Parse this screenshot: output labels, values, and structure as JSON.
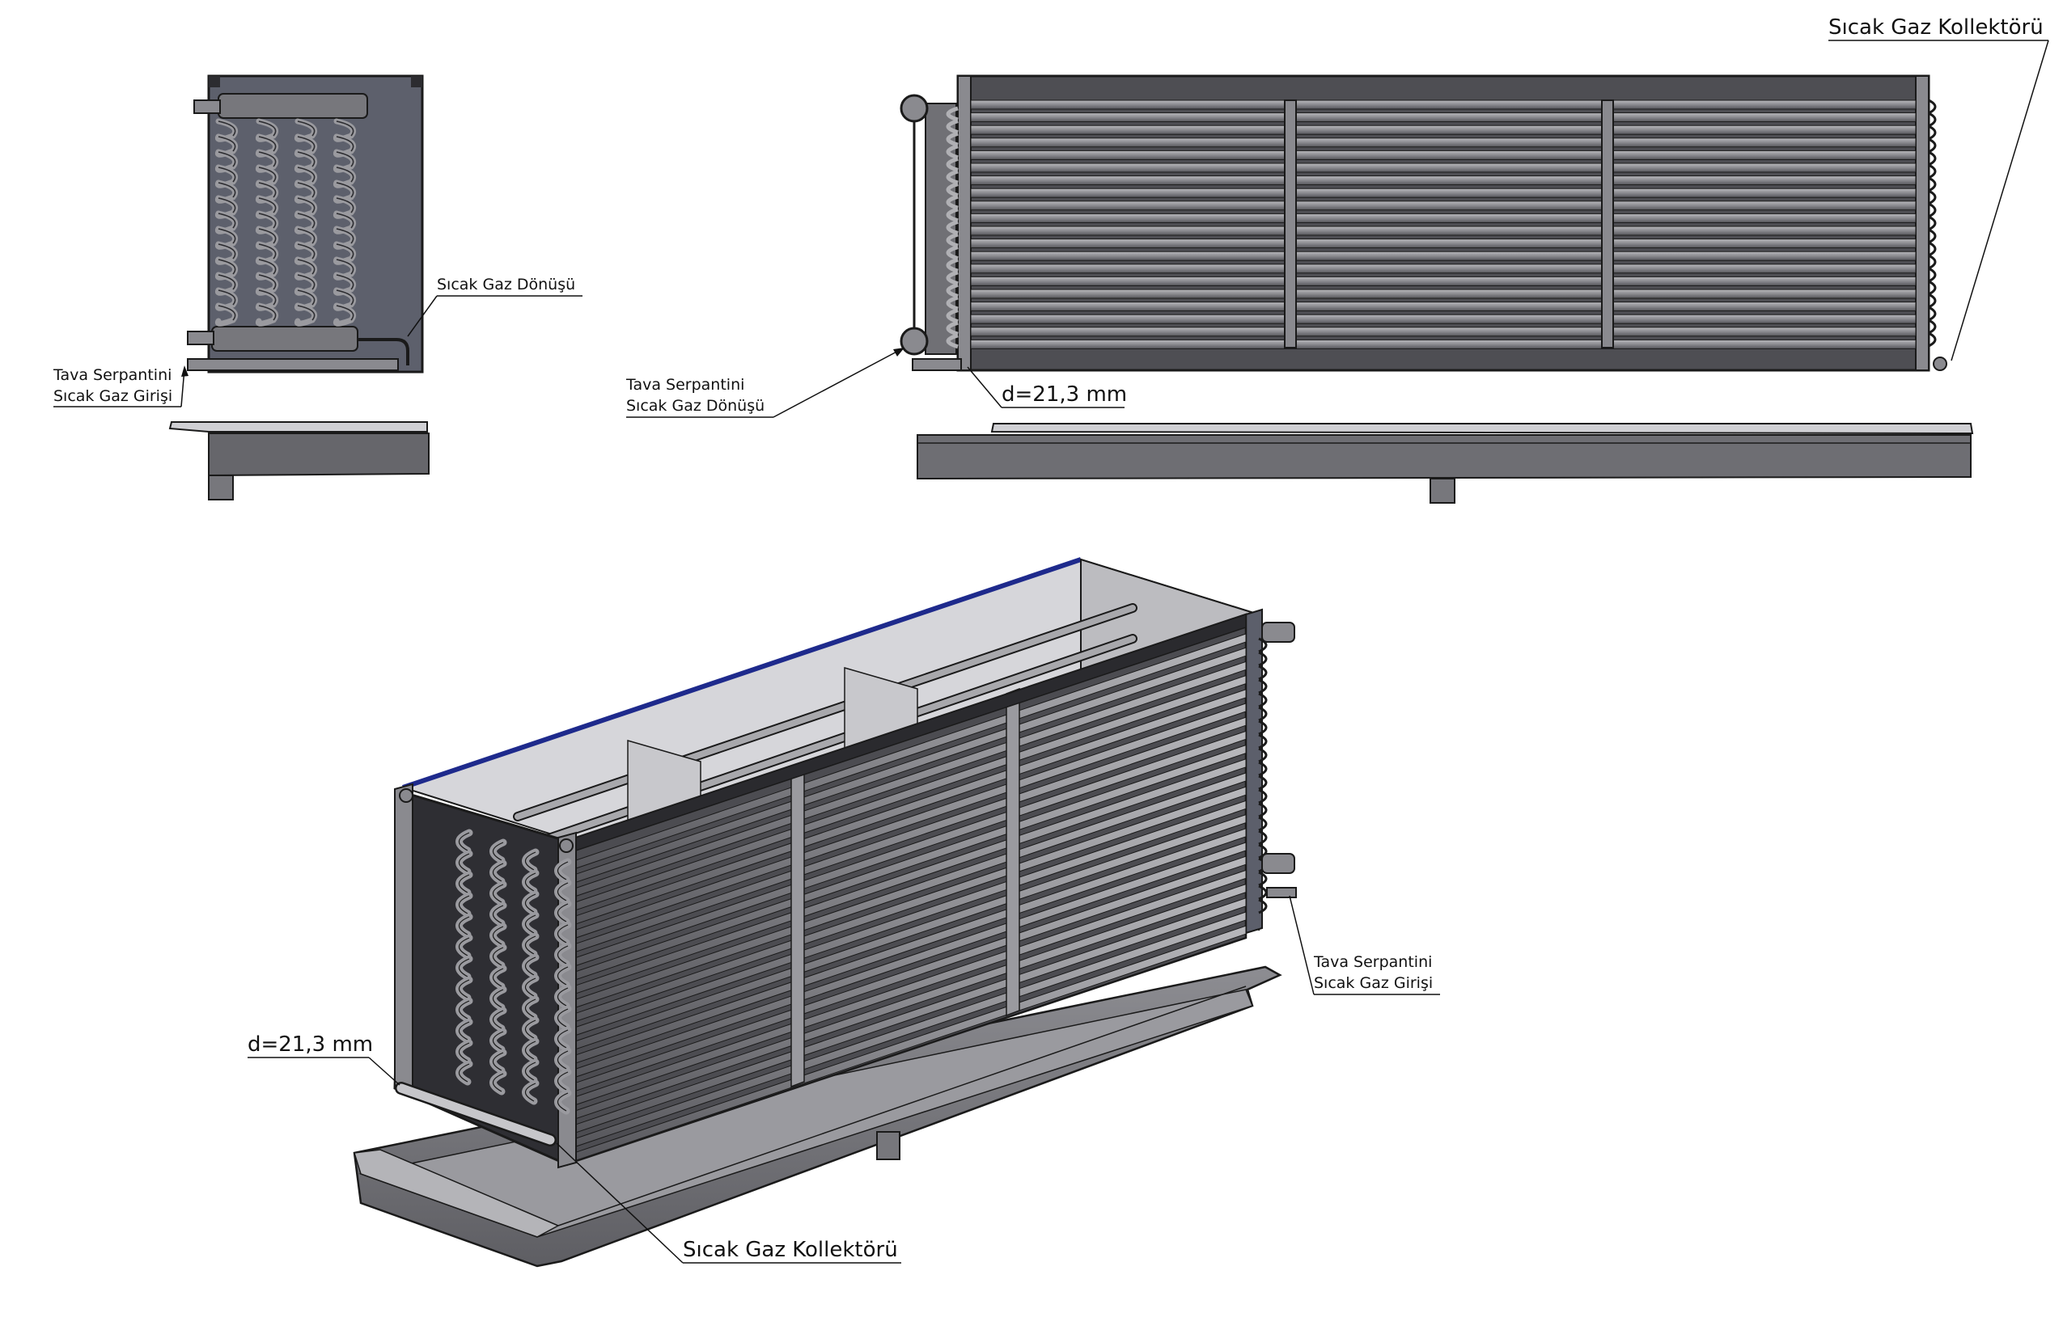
{
  "labels": {
    "top_right_collector": "Sıcak Gaz Kollektörü",
    "front_hot_gas_return": "Sıcak Gaz Dönüşü",
    "front_tray_coil_line1": "Tava Serpantini",
    "front_tray_coil_line2": "Sıcak Gaz Girişi",
    "side_tray_coil_line1": "Tava Serpantini",
    "side_tray_coil_line2": "Sıcak Gaz Dönüşü",
    "side_diameter": "d=21,3 mm",
    "iso_tray_coil_line1": "Tava Serpantini",
    "iso_tray_coil_line2": "Sıcak Gaz Girişi",
    "iso_diameter": "d=21,3 mm",
    "iso_collector": "Sıcak Gaz Kollektörü"
  },
  "colors": {
    "frame": "#4a4a4e",
    "panel": "#5c5f6b",
    "tube": "#8c8c90",
    "tray": "#7a7a7e",
    "edge": "#1a1a1a",
    "accent_edge": "#1e2a8c"
  }
}
